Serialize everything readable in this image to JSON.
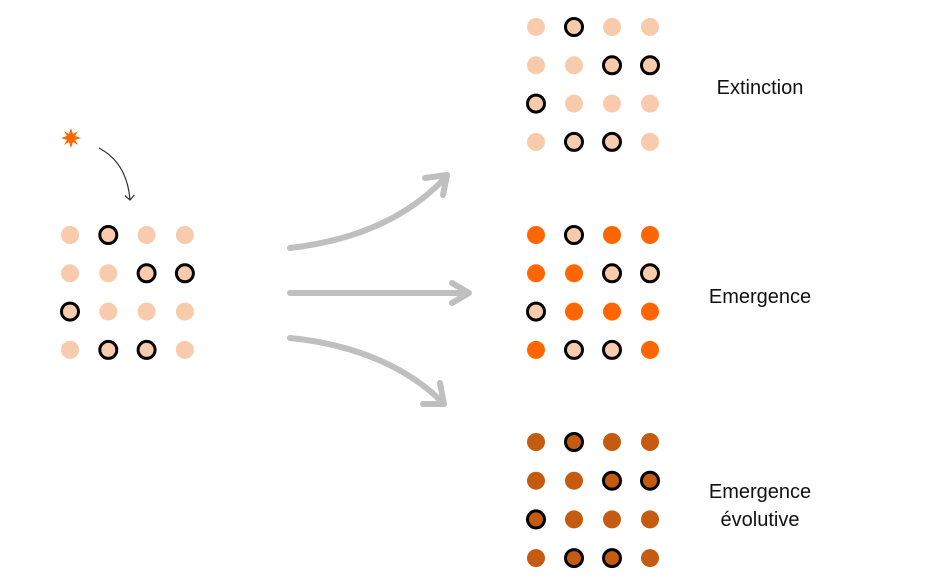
{
  "colors": {
    "peach": "#f8cbad",
    "orange": "#ff6600",
    "brown": "#c55a11",
    "outline": "#000000",
    "arrow": "#bfbfbf",
    "curved_arrow": "#333333"
  },
  "outlined_pattern": [
    [
      0,
      1
    ],
    [
      1,
      2
    ],
    [
      1,
      3
    ],
    [
      2,
      0
    ],
    [
      3,
      1
    ],
    [
      3,
      2
    ]
  ],
  "mutation_icon": "starburst-icon",
  "grids": [
    {
      "name": "initial-population",
      "fill": "peach",
      "outlined_fill": "peach"
    },
    {
      "name": "extinction-population",
      "fill": "peach",
      "outlined_fill": "peach",
      "label": "Extinction"
    },
    {
      "name": "emergence-population",
      "fill": "orange",
      "outlined_fill": "peach",
      "label": "Emergence"
    },
    {
      "name": "evolutionary-emergence-population",
      "fill": "brown",
      "outlined_fill": "brown",
      "label_line1": "Emergence",
      "label_line2": "évolutive"
    }
  ]
}
